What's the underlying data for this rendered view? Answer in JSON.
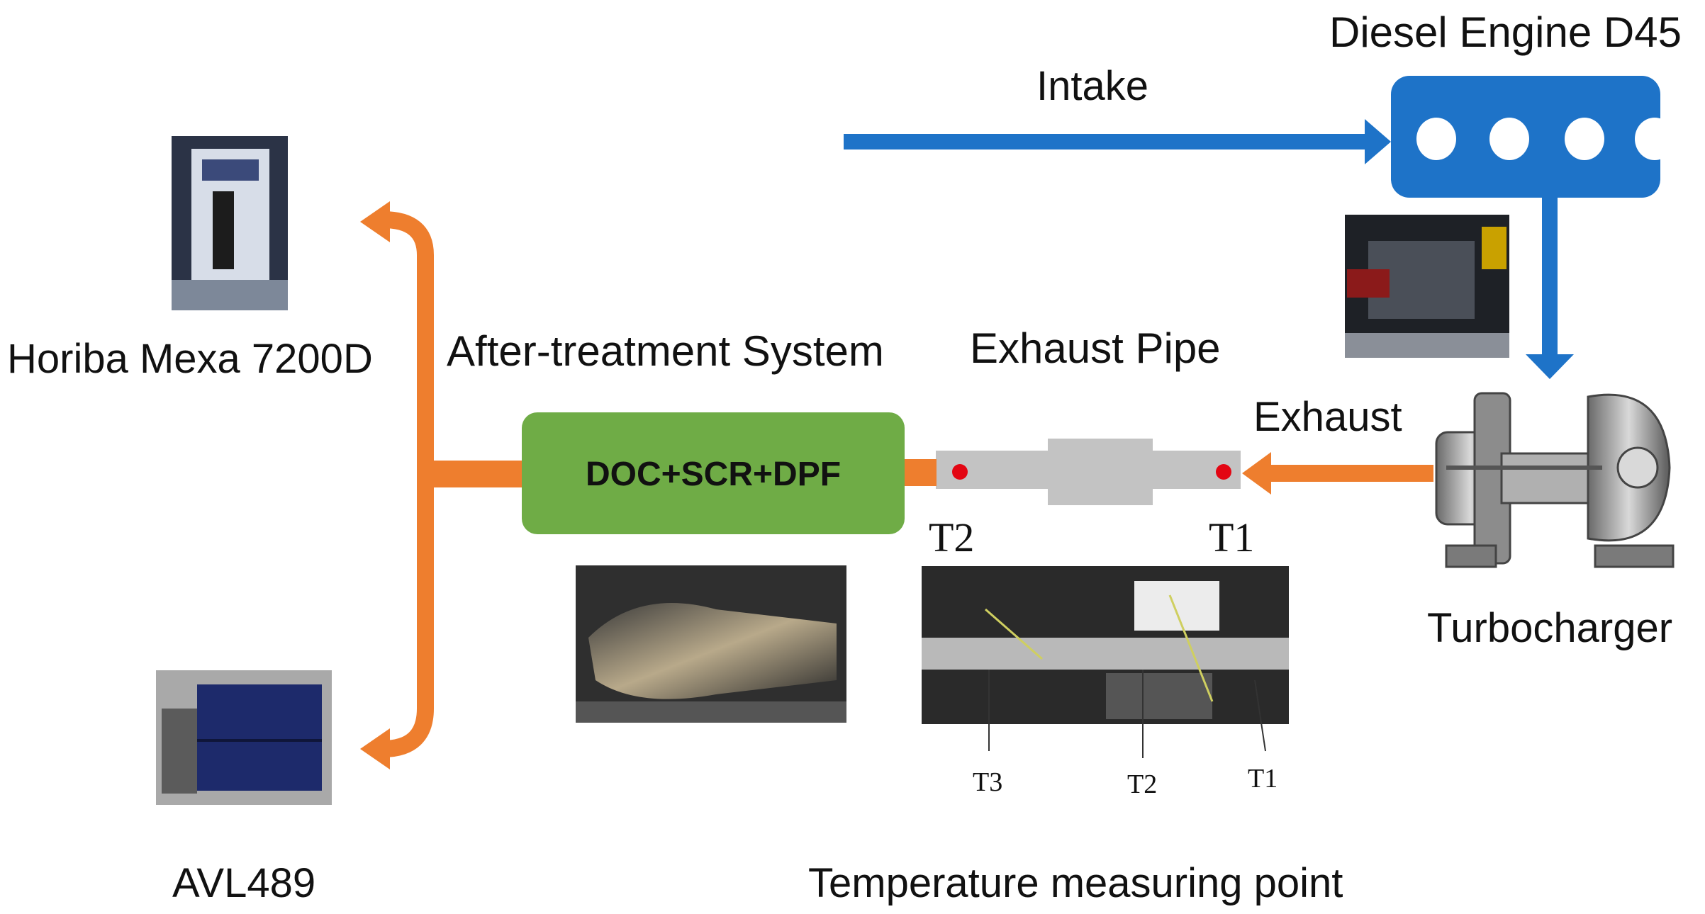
{
  "labels": {
    "engine": "Diesel Engine D45",
    "intake": "Intake",
    "exhaust": "Exhaust",
    "exhaust_pipe": "Exhaust Pipe",
    "aftertreatment": "After-treatment System",
    "aftertreatment_box": "DOC+SCR+DPF",
    "horiba": "Horiba Mexa 7200D",
    "avl": "AVL489",
    "turbocharger": "Turbocharger",
    "temp_point": "Temperature measuring point",
    "t1": "T1",
    "t2": "T2",
    "photo_t1": "T1",
    "photo_t2": "T2",
    "photo_t3": "T3"
  },
  "colors": {
    "intake_arrow": "#1e73c8",
    "exhaust_flow": "#ee7e2e",
    "aftertreatment_box": "#6fac46",
    "pipe": "#c3c3c3",
    "sensor_dot": "#e30613"
  }
}
